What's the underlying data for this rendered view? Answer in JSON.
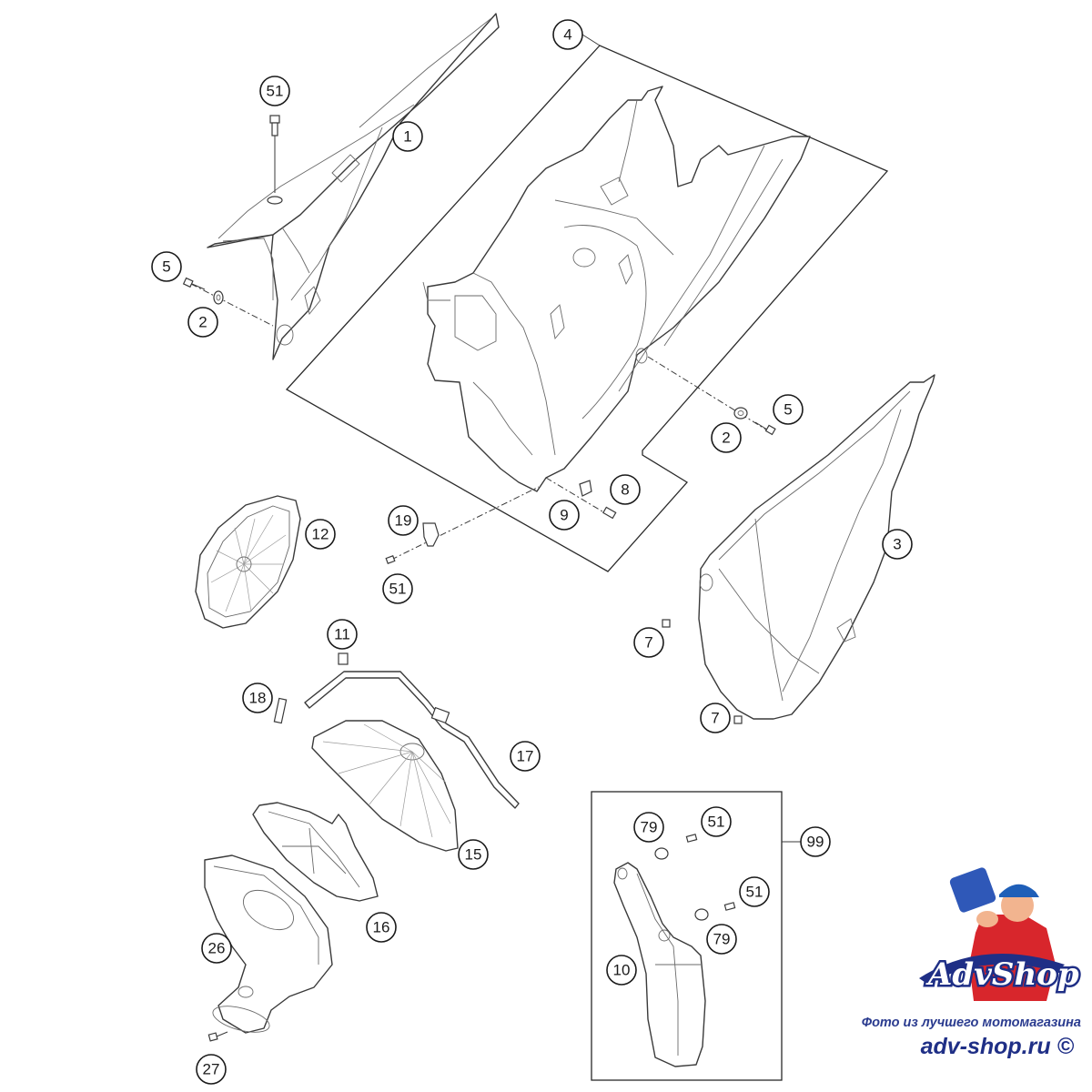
{
  "diagram": {
    "callouts": {
      "c1": "1",
      "c2a": "2",
      "c2b": "2",
      "c3": "3",
      "c4": "4",
      "c5a": "5",
      "c5b": "5",
      "c7a": "7",
      "c7b": "7",
      "c8": "8",
      "c9": "9",
      "c10": "10",
      "c11": "11",
      "c12": "12",
      "c15": "15",
      "c16": "16",
      "c17": "17",
      "c18": "18",
      "c19": "19",
      "c26": "26",
      "c27": "27",
      "c51a": "51",
      "c51b": "51",
      "c51c": "51",
      "c51d": "51",
      "c79a": "79",
      "c79b": "79",
      "c99": "99"
    }
  },
  "watermark": {
    "logo_text": "AdvShop",
    "caption": "Фото из лучшего мотомагазина",
    "site": "adv-shop.ru ©",
    "colors": {
      "brand_blue": "#1f2f86",
      "brand_red": "#d8262c"
    }
  }
}
